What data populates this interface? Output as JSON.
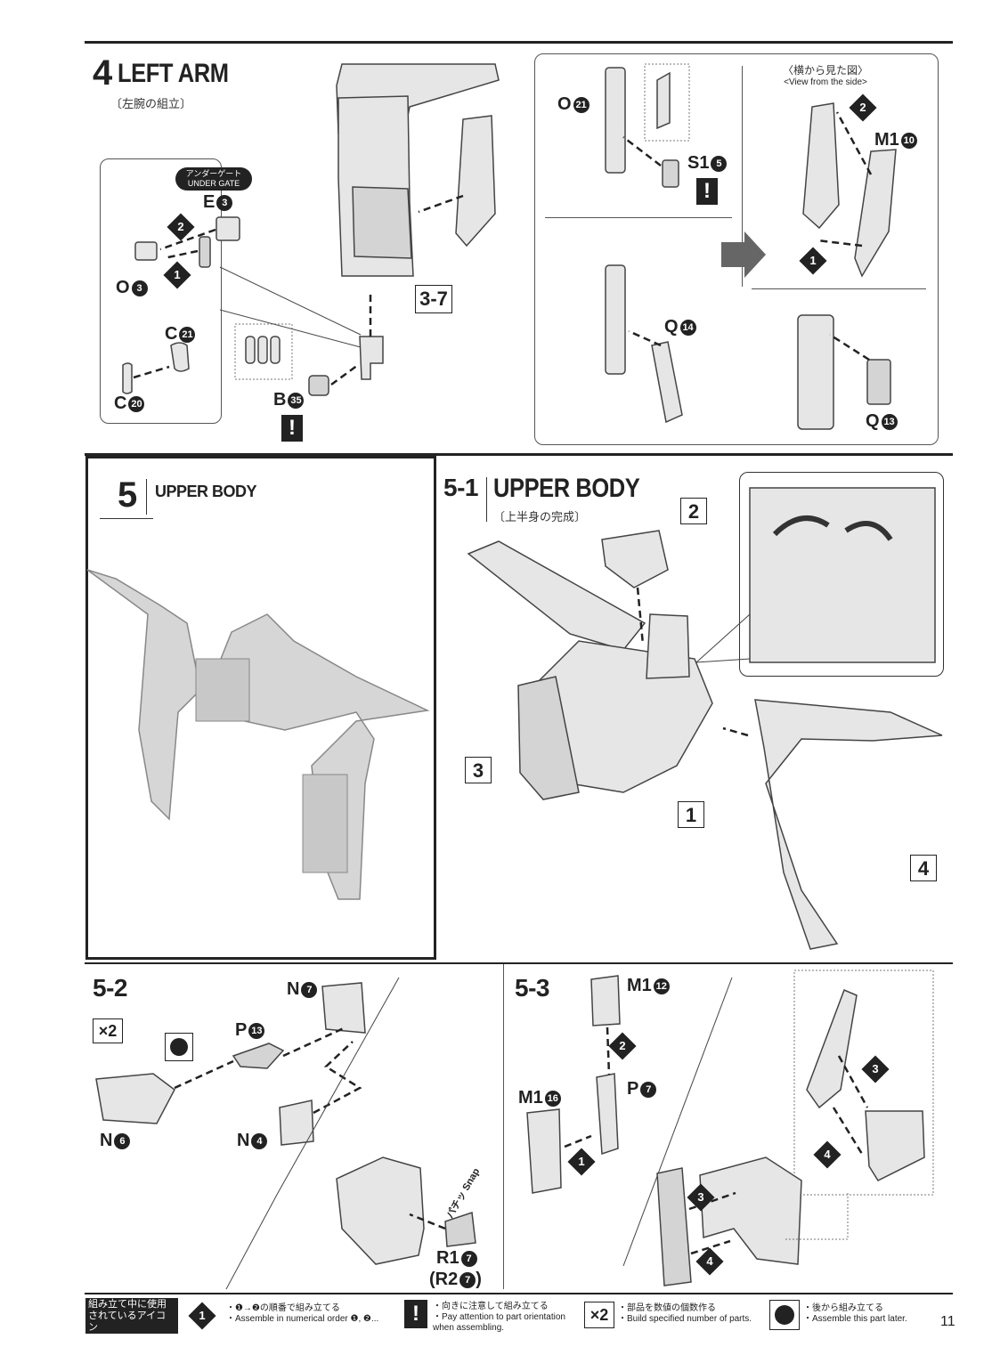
{
  "step4": {
    "num": "4",
    "title": "LEFT ARM",
    "subtitle": "〔左腕の組立〕",
    "ref": "3-7",
    "under_gate": {
      "jp": "アンダーゲート",
      "en": "UNDER GATE"
    },
    "parts": {
      "e3": "E",
      "e3n": "3",
      "o3": "O",
      "o3n": "3",
      "c21": "C",
      "c21n": "21",
      "c20": "C",
      "c20n": "20",
      "b35": "B",
      "b35n": "35",
      "o21": "O",
      "o21n": "21",
      "s15": "S1",
      "s15n": "5",
      "q14": "Q",
      "q14n": "14",
      "m110": "M1",
      "m110n": "10",
      "q13": "Q",
      "q13n": "13"
    },
    "side_view": {
      "jp": "〈横から見た図〉",
      "en": "<View from the side>"
    }
  },
  "step5": {
    "num": "5",
    "title": "UPPER BODY"
  },
  "step51": {
    "num": "5-1",
    "title": "UPPER BODY",
    "subtitle": "〔上半身の完成〕",
    "refs": [
      "2",
      "3",
      "1",
      "4"
    ]
  },
  "step52": {
    "num": "5-2",
    "mult": "×2",
    "parts": {
      "n7": "N",
      "n7n": "7",
      "p13": "P",
      "p13n": "13",
      "n6": "N",
      "n6n": "6",
      "n4": "N",
      "n4n": "4",
      "r17": "R1",
      "r17n": "7",
      "r27": "(R2",
      "r27n": "7",
      "r27c": ")"
    },
    "snap": {
      "jp": "パチッ",
      "en": "Snap"
    }
  },
  "step53": {
    "num": "5-3",
    "parts": {
      "m112": "M1",
      "m112n": "12",
      "p7": "P",
      "p7n": "7",
      "m116": "M1",
      "m116n": "16"
    }
  },
  "footer": {
    "legend_title_jp1": "組み立て中に使用",
    "legend_title_jp2": "されているアイコン",
    "legend_title_en": "Symbols used in instructions",
    "order_jp": "・❶→❷の順番で組み立てる",
    "order_en": "・Assemble in numerical order ❶, ❷...",
    "orient_jp": "・向きに注意して組み立てる",
    "orient_en": "・Pay attention to part orientation when assembling.",
    "mult_icon": "×2",
    "mult_jp": "・部品を数値の個数作る",
    "mult_en": "・Build specified number of parts.",
    "later_jp": "・後から組み立てる",
    "later_en": "・Assemble this part later.",
    "page": "11"
  },
  "diamonds": [
    "1",
    "2"
  ]
}
